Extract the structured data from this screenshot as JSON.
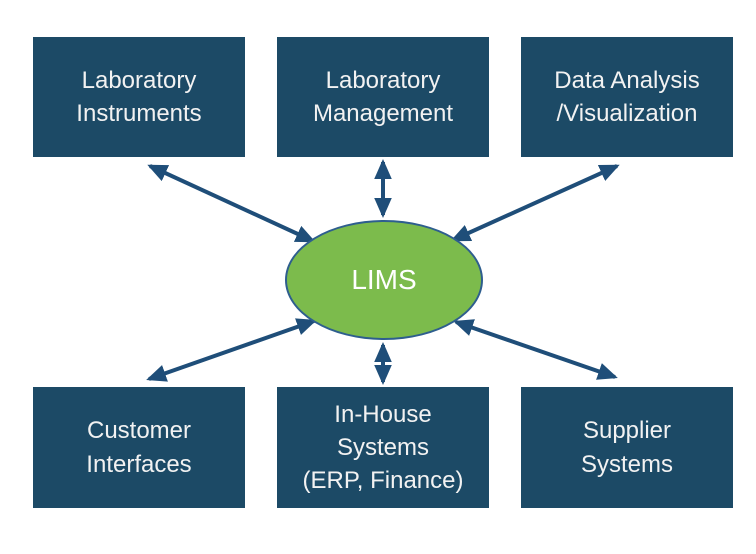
{
  "diagram": {
    "center": {
      "label": "LIMS"
    },
    "nodes": [
      {
        "id": "laboratory-instruments",
        "lines": [
          "Laboratory",
          "Instruments"
        ]
      },
      {
        "id": "laboratory-management",
        "lines": [
          "Laboratory",
          "Management"
        ]
      },
      {
        "id": "data-analysis-visualization",
        "lines": [
          "Data Analysis",
          "/Visualization"
        ]
      },
      {
        "id": "customer-interfaces",
        "lines": [
          "Customer",
          "Interfaces"
        ]
      },
      {
        "id": "in-house-systems",
        "lines": [
          "In-House",
          "Systems",
          "(ERP, Finance)"
        ]
      },
      {
        "id": "supplier-systems",
        "lines": [
          "Supplier",
          "Systems"
        ]
      }
    ],
    "colors": {
      "box_fill": "#1c4a66",
      "box_text": "#f2f2f2",
      "arrow": "#1f4e79",
      "ellipse_fill": "#7cbb4c",
      "ellipse_border": "#2e5e8e",
      "ellipse_text": "#ffffff",
      "background": "#ffffff"
    }
  }
}
